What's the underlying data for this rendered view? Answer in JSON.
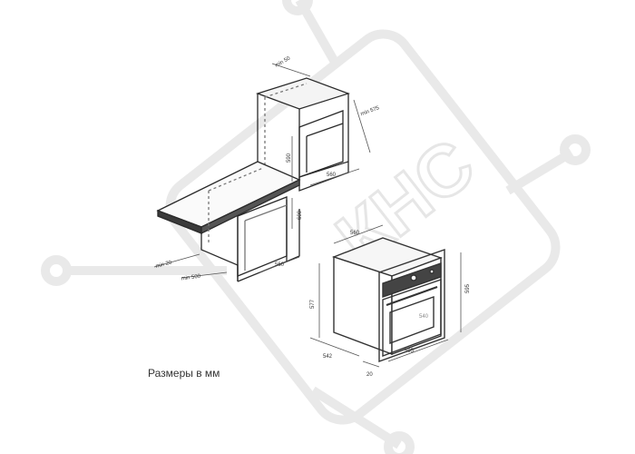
{
  "caption": "Размеры в мм",
  "watermark": {
    "text": "КНС",
    "color": "#e9e9e9"
  },
  "colors": {
    "line": "#2a2a2a",
    "dim": "#555555",
    "countertop": "#3a3a3a",
    "oven": "#333333"
  },
  "dimensions": {
    "min_50": "min 50",
    "min_575": "min 575",
    "w_560": "560",
    "h_590": "590",
    "h_600": "600",
    "w_560_bottom": "560",
    "min_20": "min 20",
    "min_500": "min 500",
    "oven_height": "595",
    "oven_front_h": "577",
    "oven_front_w": "540",
    "oven_width": "595",
    "oven_depth": "542",
    "oven_20": "20",
    "oven_top_560": "560"
  }
}
